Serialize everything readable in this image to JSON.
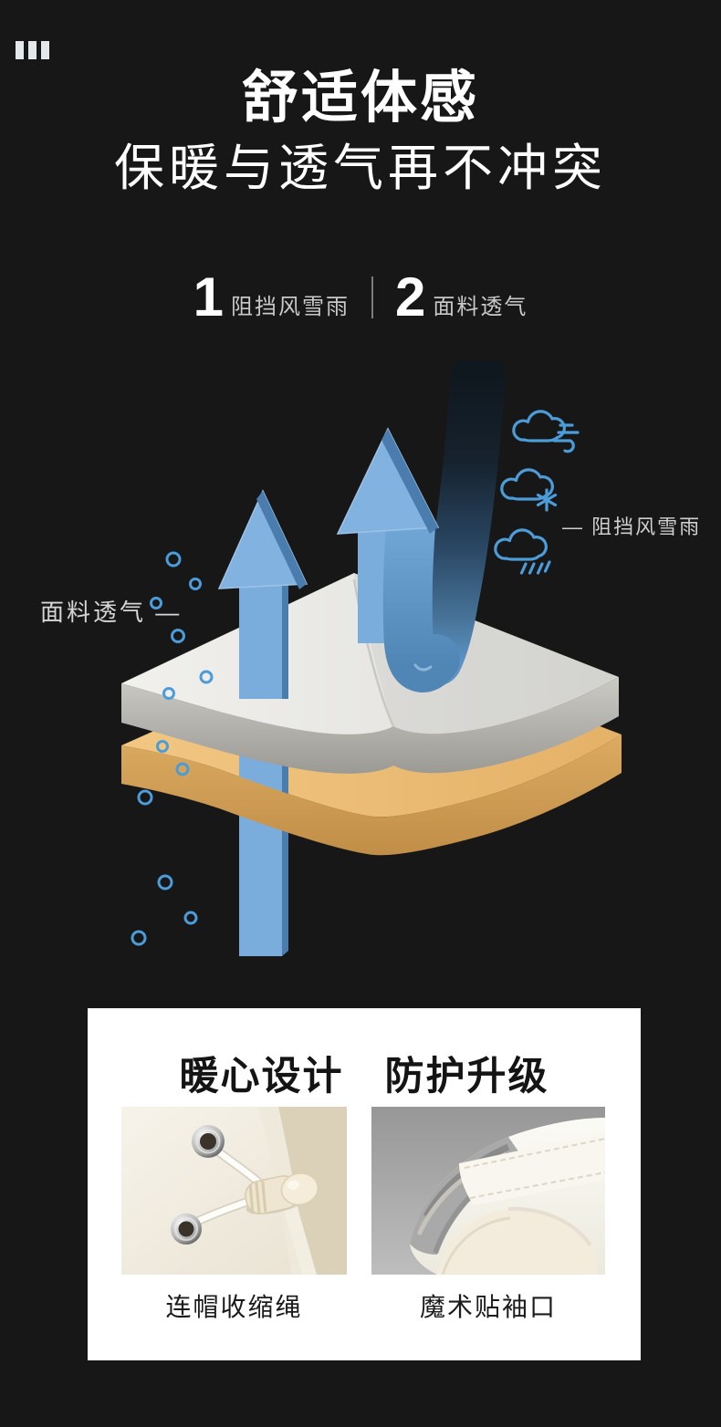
{
  "page": {
    "background": "#171717"
  },
  "header": {
    "title": "舒适体感",
    "subtitle": "保暖与透气再不冲突"
  },
  "features": [
    {
      "number": "1",
      "label": "阻挡风雪雨"
    },
    {
      "number": "2",
      "label": "面料透气"
    }
  ],
  "diagram": {
    "breathable_label": "面料透气 —",
    "windproof_label": "— 阻挡风雪雨",
    "weather_icons": [
      "wind-cloud",
      "snow-cloud",
      "rain-cloud"
    ],
    "colors": {
      "arrow_blue": "#7baddc",
      "arrow_shade": "#4a7dad",
      "ribbon_dark": "#10181f",
      "icon_blue": "#4b9cd8",
      "bubble_blue": "#4b9cd8",
      "shell_fabric_top": "#ecebe7",
      "shell_fabric_side": "#a8a7a2",
      "lining_fabric_top": "#eec27f",
      "lining_fabric_side": "#c8944b"
    }
  },
  "card": {
    "title": "暖心设计　防护升级",
    "items": [
      {
        "caption": "连帽收缩绳"
      },
      {
        "caption": "魔术贴袖口"
      }
    ]
  }
}
